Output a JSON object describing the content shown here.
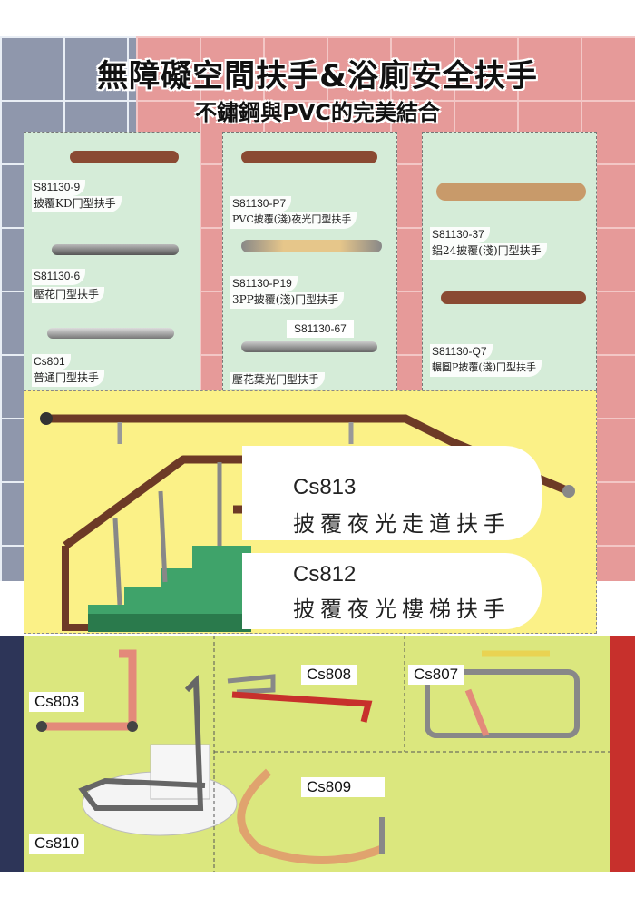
{
  "header": {
    "title": "無障礙空間扶手&浴廁安全扶手",
    "subtitle": "不鏽鋼與PVC的完美結合"
  },
  "catalog": {
    "col1": [
      {
        "code": "S81130-9",
        "name": "披覆KD冂型扶手"
      },
      {
        "code": "S81130-6",
        "name": "壓花冂型扶手"
      },
      {
        "code": "Cs801",
        "name": "普通冂型扶手"
      }
    ],
    "col2": [
      {
        "code": "S81130-P7",
        "name": "PVC披覆(淺)夜光冂型扶手"
      },
      {
        "code": "S81130-P19",
        "name": "3PP披覆(淺)冂型扶手"
      },
      {
        "code": "S81130-67",
        "name": "壓花葉光冂型扶手"
      }
    ],
    "col3": [
      {
        "code": "S81130-37",
        "name": "鋁24披覆(淺)冂型扶手"
      },
      {
        "code": "S81130-Q7",
        "name": "輾圓P披覆(淺)冂型扶手"
      }
    ]
  },
  "handrails": {
    "corridor": {
      "code": "Cs813",
      "name": "披覆夜光走道扶手"
    },
    "stair": {
      "code": "Cs812",
      "name": "披覆夜光樓梯扶手"
    }
  },
  "bathroom": {
    "cs803": "Cs803",
    "cs810": "Cs810",
    "cs808": "Cs808",
    "cs807": "Cs807",
    "cs809": "Cs809"
  },
  "colors": {
    "tile_blue": "#8f97ac",
    "tile_pink": "#e69a99",
    "panel_green": "#d5ecd8",
    "panel_yellow": "#fbf187",
    "lower_green": "#dbe77e",
    "navy": "#2d3558",
    "red": "#c7302c",
    "wood": "#8a4a32"
  }
}
